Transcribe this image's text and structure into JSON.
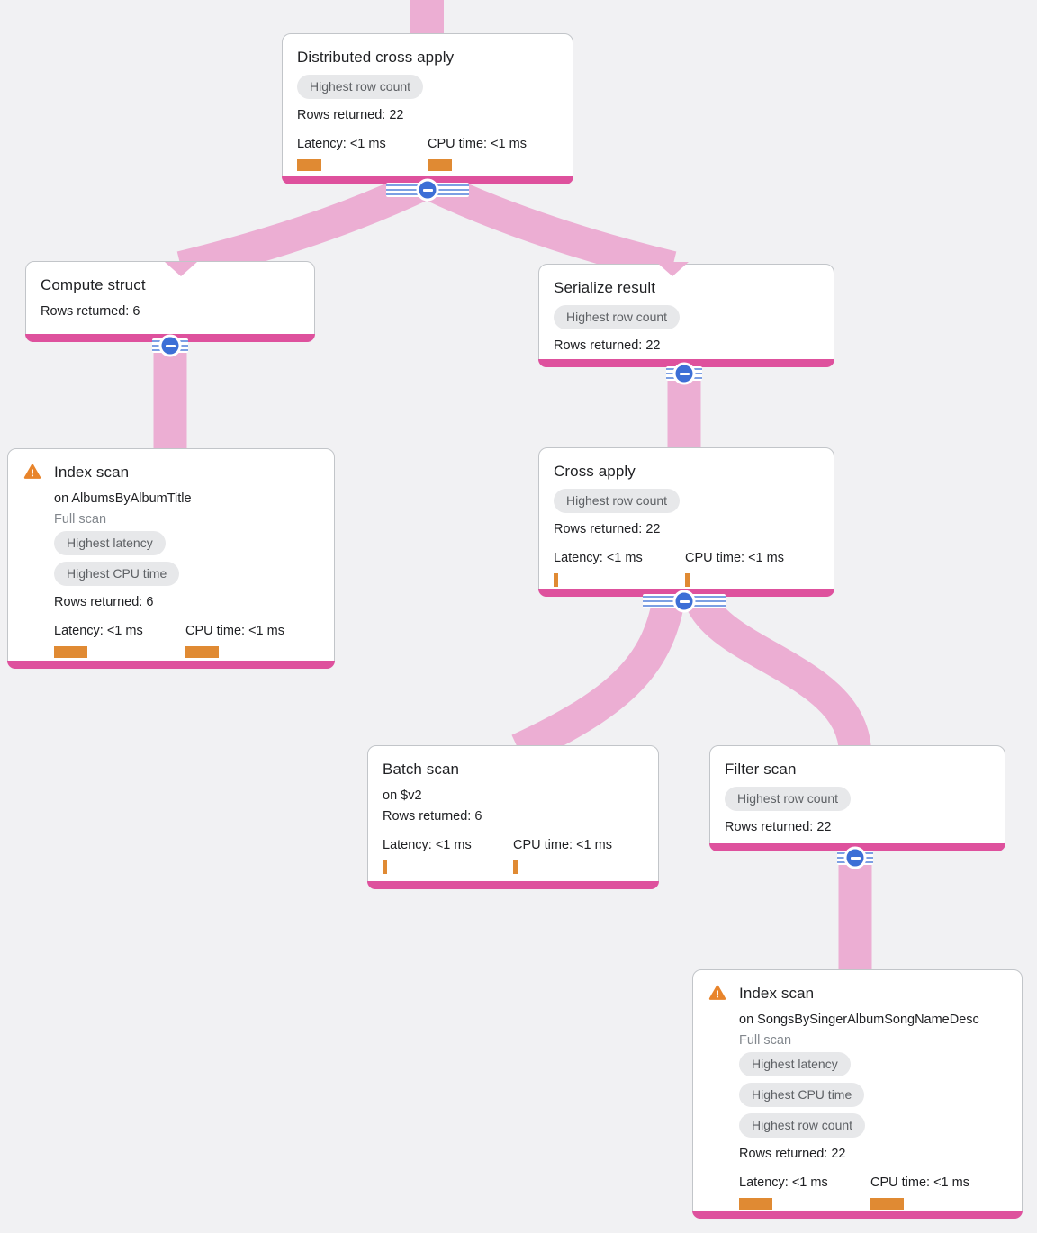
{
  "diagram": {
    "kind": "query-execution-plan-tree",
    "colors": {
      "background": "#F1F1F3",
      "node_accent_bar": "#DE519D",
      "flow_edge": "#ECAED3",
      "metric_bar": "#E08A33",
      "badge_bg": "#E7E8EA",
      "badge_text": "#5E6165",
      "collapse_button": "#3D6FD6",
      "warning_icon": "#E8842B"
    }
  },
  "nodes": [
    {
      "id": "distributed-cross-apply",
      "title": "Distributed cross apply",
      "badges": [
        "Highest row count"
      ],
      "rows_label": "Rows returned: 22",
      "metrics": [
        {
          "label": "Latency: <1 ms",
          "bar": "medium"
        },
        {
          "label": "CPU time: <1 ms",
          "bar": "medium"
        }
      ]
    },
    {
      "id": "compute-struct",
      "title": "Compute struct",
      "rows_label": "Rows returned: 6"
    },
    {
      "id": "serialize-result",
      "title": "Serialize result",
      "badges": [
        "Highest row count"
      ],
      "rows_label": "Rows returned: 22"
    },
    {
      "id": "index-scan-albums",
      "title": "Index scan",
      "warning": true,
      "subtitle": "on AlbumsByAlbumTitle",
      "scan_type": "Full scan",
      "badges": [
        "Highest latency",
        "Highest CPU time"
      ],
      "rows_label": "Rows returned: 6",
      "metrics": [
        {
          "label": "Latency: <1 ms",
          "bar": "large"
        },
        {
          "label": "CPU time: <1 ms",
          "bar": "large"
        }
      ]
    },
    {
      "id": "cross-apply",
      "title": "Cross apply",
      "badges": [
        "Highest row count"
      ],
      "rows_label": "Rows returned: 22",
      "metrics": [
        {
          "label": "Latency: <1 ms",
          "bar": "small"
        },
        {
          "label": "CPU time: <1 ms",
          "bar": "small"
        }
      ]
    },
    {
      "id": "batch-scan",
      "title": "Batch scan",
      "subtitle": "on $v2",
      "rows_label": "Rows returned: 6",
      "metrics": [
        {
          "label": "Latency: <1 ms",
          "bar": "small"
        },
        {
          "label": "CPU time: <1 ms",
          "bar": "small"
        }
      ]
    },
    {
      "id": "filter-scan",
      "title": "Filter scan",
      "badges": [
        "Highest row count"
      ],
      "rows_label": "Rows returned: 22"
    },
    {
      "id": "index-scan-songs",
      "title": "Index scan",
      "warning": true,
      "subtitle": "on SongsBySingerAlbumSongNameDesc",
      "scan_type": "Full scan",
      "badges": [
        "Highest latency",
        "Highest CPU time",
        "Highest row count"
      ],
      "rows_label": "Rows returned: 22",
      "metrics": [
        {
          "label": "Latency: <1 ms",
          "bar": "large"
        },
        {
          "label": "CPU time: <1 ms",
          "bar": "large"
        }
      ]
    }
  ],
  "edges": [
    {
      "from": "parent-offscreen",
      "to": "distributed-cross-apply"
    },
    {
      "from": "distributed-cross-apply",
      "to": "compute-struct"
    },
    {
      "from": "distributed-cross-apply",
      "to": "serialize-result"
    },
    {
      "from": "compute-struct",
      "to": "index-scan-albums"
    },
    {
      "from": "serialize-result",
      "to": "cross-apply"
    },
    {
      "from": "cross-apply",
      "to": "batch-scan"
    },
    {
      "from": "cross-apply",
      "to": "filter-scan"
    },
    {
      "from": "filter-scan",
      "to": "index-scan-songs"
    }
  ]
}
